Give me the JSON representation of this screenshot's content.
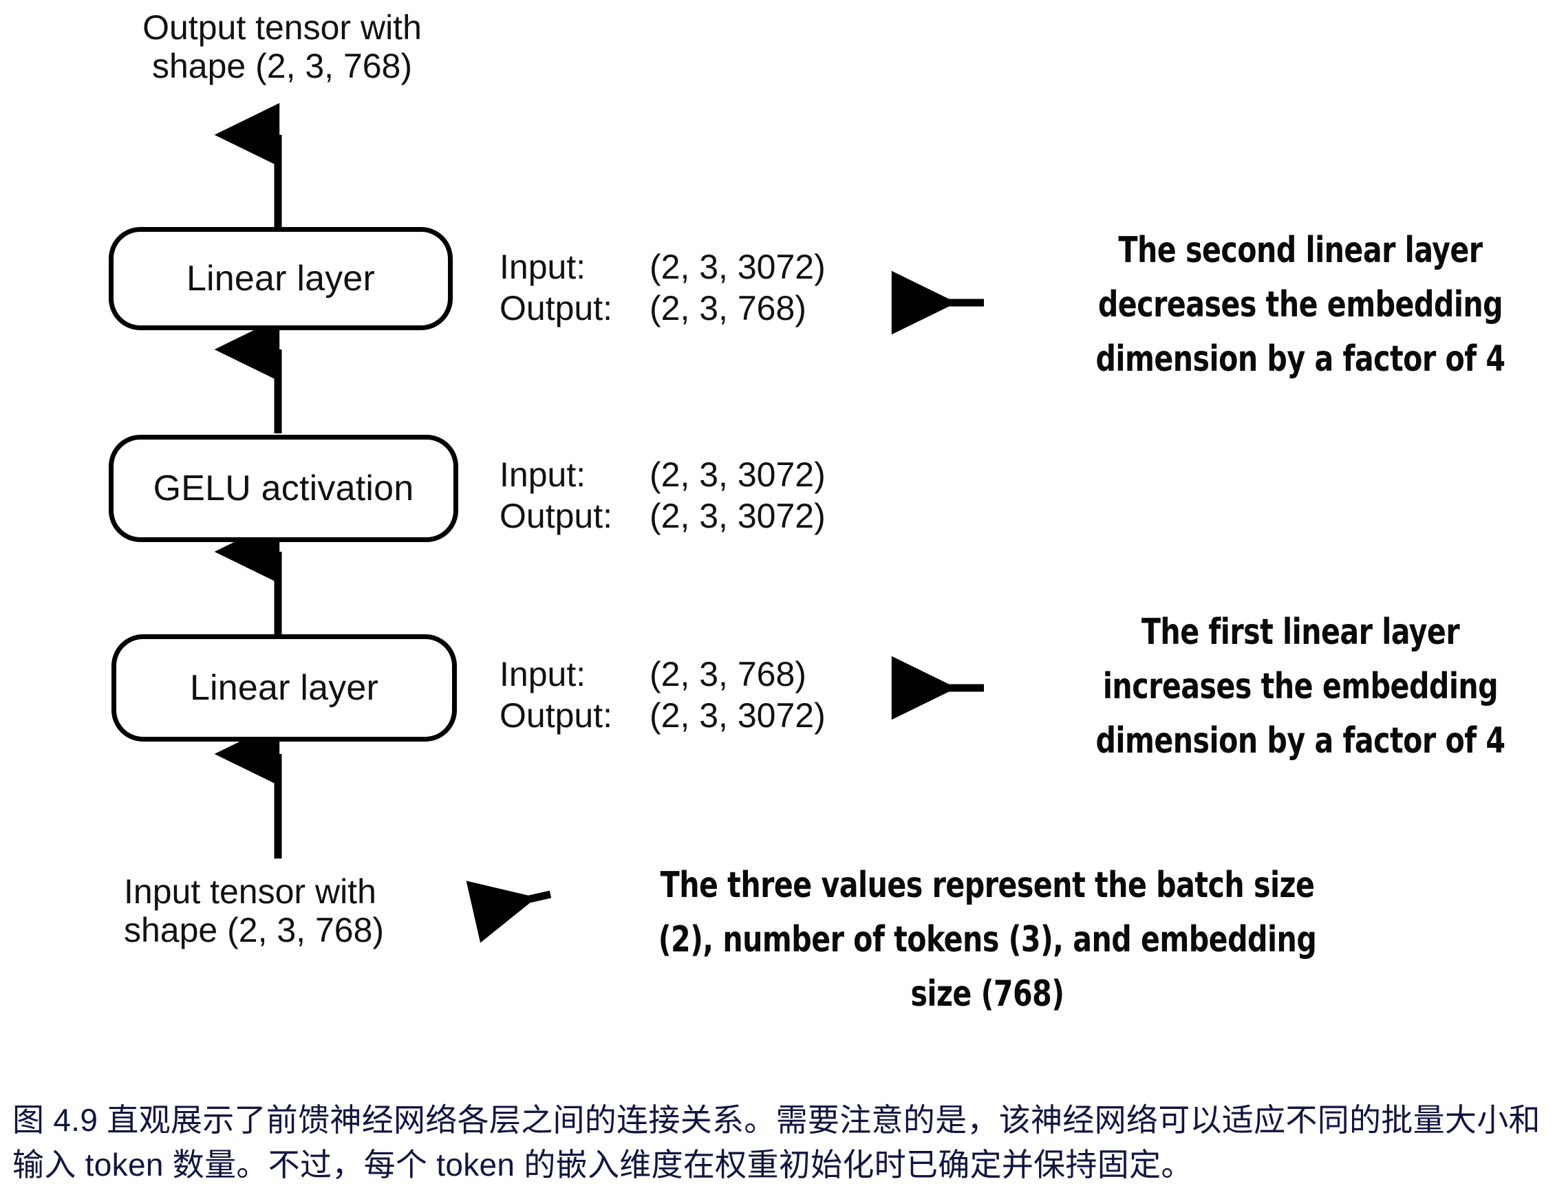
{
  "figure": {
    "top_label": "Output tensor with\nshape (2, 3, 768)",
    "bottom_label": "Input tensor with\nshape (2, 3, 768)",
    "blocks": [
      {
        "name": "linear-layer-2",
        "label": "Linear layer"
      },
      {
        "name": "gelu-activation",
        "label": "GELU activation"
      },
      {
        "name": "linear-layer-1",
        "label": "Linear layer"
      }
    ],
    "io_specs": [
      {
        "for": "linear-layer-2",
        "input_key": "Input:",
        "input_value": "(2, 3, 3072)",
        "output_key": "Output:",
        "output_value": "(2, 3, 768)"
      },
      {
        "for": "gelu-activation",
        "input_key": "Input:",
        "input_value": "(2, 3, 3072)",
        "output_key": "Output:",
        "output_value": "(2, 3, 3072)"
      },
      {
        "for": "linear-layer-1",
        "input_key": "Input:",
        "input_value": "(2, 3, 768)",
        "output_key": "Output:",
        "output_value": "(2, 3, 3072)"
      }
    ],
    "annotations": [
      {
        "name": "second-linear-note",
        "text": "The second linear layer decreases the embedding dimension by a factor of 4"
      },
      {
        "name": "first-linear-note",
        "text": "The first linear layer increases the embedding dimension by a factor of 4"
      },
      {
        "name": "three-values-note",
        "text": "The three values represent the batch size (2), number of tokens (3), and embedding size (768)"
      }
    ]
  },
  "caption": {
    "text": "图 4.9 直观展示了前馈神经网络各层之间的连接关系。需要注意的是，该神经网络可以适应不同的批量大小和输入 token 数量。不过，每个 token 的嵌入维度在权重初始化时已确定并保持固定。",
    "color": "#121540"
  },
  "colors": {
    "stroke": "#000000",
    "text": "#111111",
    "background": "#ffffff",
    "caption": "#121540"
  }
}
